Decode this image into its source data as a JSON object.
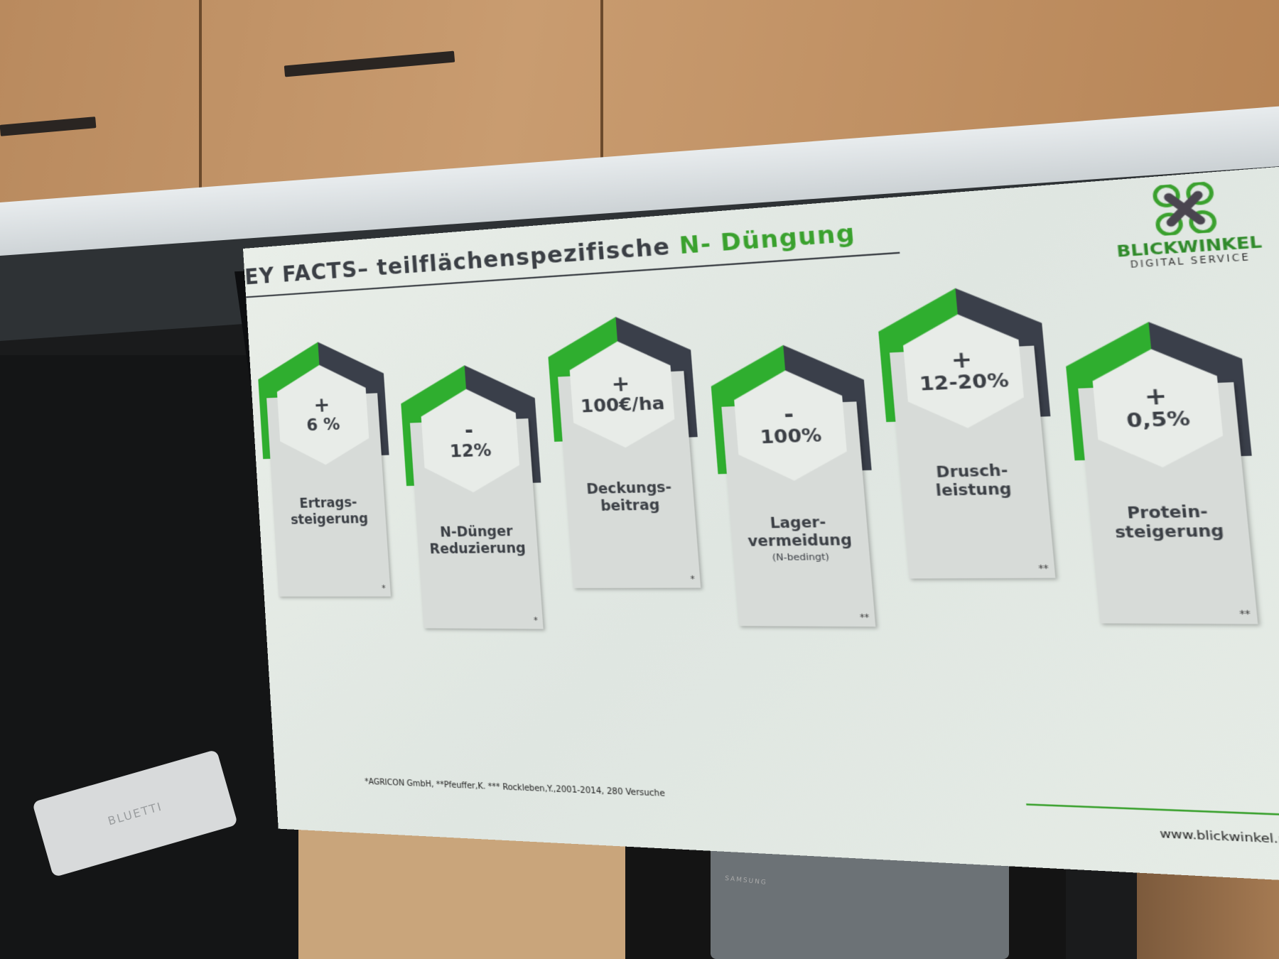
{
  "slide": {
    "title_prefix": "EY FACTS– teilflächenspezifische ",
    "title_highlight": "N- Düngung",
    "logo": {
      "name": "BLICKWINKEL",
      "sub": "DIGITAL SERVICE"
    },
    "cards": [
      {
        "sign": "+",
        "value": "6 %",
        "label": "Ertrags-\nsteigerung",
        "note": "",
        "mark": "*"
      },
      {
        "sign": "-",
        "value": "12%",
        "label": "N-Dünger\nReduzierung",
        "note": "",
        "mark": "*"
      },
      {
        "sign": "+",
        "value": "100€/ha",
        "label": "Deckungs-\nbeitrag",
        "note": "",
        "mark": "*"
      },
      {
        "sign": "-",
        "value": "100%",
        "label": "Lager-\nvermeidung",
        "note": "(N-bedingt)",
        "mark": "**"
      },
      {
        "sign": "+",
        "value": "12-20%",
        "label": "Drusch-\nleistung",
        "note": "",
        "mark": "**"
      },
      {
        "sign": "+",
        "value": "0,5%",
        "label": "Protein-\nsteigerung",
        "note": "",
        "mark": "**"
      }
    ],
    "footnote": "*AGRICON GmbH, **Pfeuffer,K. *** Rockleben,Y.,2001-2014, 280 Versuche",
    "url": "www.blickwinkel.pro"
  },
  "tv_brand": "SAMSUNG",
  "power_station_brand": "BLUETTI",
  "colors": {
    "green": "#2fae2f",
    "dark": "#3a3f4a"
  }
}
